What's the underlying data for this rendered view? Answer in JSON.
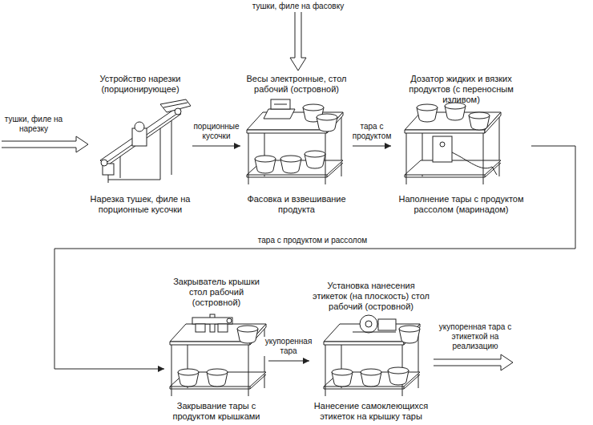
{
  "diagram": {
    "nodes": [
      {
        "text": [
          "Устройство нарезки (порционирующее)",
          "Нарезка тушек, филе на порционные кусочки"
        ]
      },
      {
        "text": [
          "Весы электронные, стол рабочий (островной)",
          "Фасовка и взвешивание продукта"
        ]
      },
      {
        "text": [
          "Дозатор жидких и вязких продуктов (с переносным изливом)",
          "Наполнение тары с продуктом рассолом (маринадом)"
        ]
      },
      {
        "text": [
          "Закрыватель крышки стол рабочий (островной)",
          "Закрывание тары с продуктом крышками"
        ]
      },
      {
        "text": [
          "Установка нанесения этикеток (на плоскость) стол рабочий (островной)",
          "Нанесение самоклеющихся этикеток на крышку тары"
        ]
      }
    ],
    "edges": [
      {
        "from": 0,
        "to": 1,
        "label": "порционные кусочки",
        "arrow": "to"
      },
      {
        "from": 1,
        "to": 2,
        "label": "тара с продуктом",
        "arrow": "to"
      },
      {
        "from": 2,
        "to": 3,
        "label": "тара с продуктом и рассолом",
        "arrow": "to"
      },
      {
        "from": 3,
        "to": 4,
        "label": "укупоренная тара",
        "arrow": "to"
      }
    ],
    "labels": [
      "тушки, филе на нарезку",
      "тушки, филе на фасовку",
      "укупоренная тара с этикеткой на реализацию"
    ]
  }
}
